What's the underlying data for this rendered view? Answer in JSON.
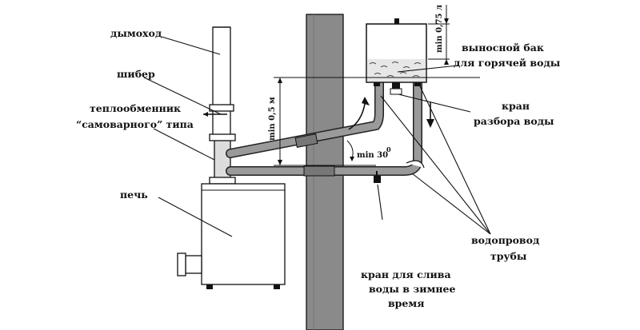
{
  "labels": {
    "chimney": "дымоход",
    "damper": "шибер",
    "heat_exchanger_1": "теплообменник",
    "heat_exchanger_2": "“самоварного” типа",
    "stove": "печь",
    "tank_1": "выносной бак",
    "tank_2": "для горячей воды",
    "tap_1": "кран",
    "tap_2": "разбора воды",
    "pipes_1": "водопровод",
    "pipes_2": "трубы",
    "drain_1": "кран для слива",
    "drain_2": "воды в зимнее",
    "drain_3": "время"
  },
  "dimensions": {
    "tank_height": "min 0,75 л",
    "pipe_height": "min 0,5 м",
    "angle_prefix": "min 30",
    "angle_unit": "0"
  }
}
